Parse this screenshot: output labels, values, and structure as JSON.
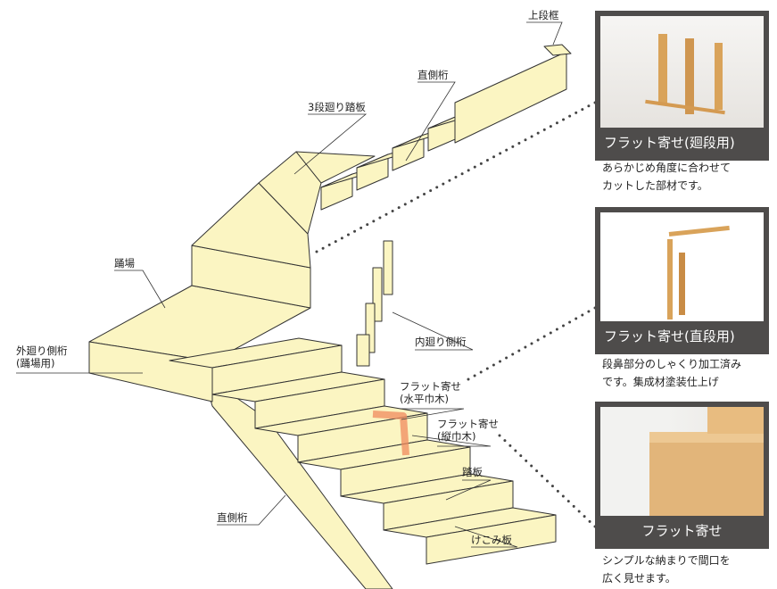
{
  "labels": {
    "top_frame": "上段框",
    "straight_stringer_top": "直側桁",
    "winder_treads": "3段廻り踏板",
    "landing": "踊場",
    "outer_stringer_1": "外廻り側桁",
    "outer_stringer_2": "(踊場用)",
    "inner_stringer": "内廻り側桁",
    "flat_h_1": "フラット寄せ",
    "flat_h_2": "(水平巾木)",
    "flat_v_1": "フラット寄せ",
    "flat_v_2": "(縦巾木)",
    "tread": "踏板",
    "straight_stringer_bottom": "直側桁",
    "riser": "けこみ板"
  },
  "panels": [
    {
      "caption": "フラット寄せ(廻段用)",
      "desc": [
        "あらかじめ角度に合わせて",
        "カットした部材です。"
      ]
    },
    {
      "caption": "フラット寄せ(直段用)",
      "desc": [
        "段鼻部分のしゃくり加工済み",
        "です。集成材塗装仕上げ"
      ]
    },
    {
      "caption": "フラット寄せ",
      "desc": [
        "シンプルな納まりで間口を",
        "広く見せます。"
      ]
    }
  ],
  "colors": {
    "wood": "#fbf5c2",
    "line": "#333333",
    "highlight": "#f08a5d",
    "panel": "#4e4c4b"
  }
}
